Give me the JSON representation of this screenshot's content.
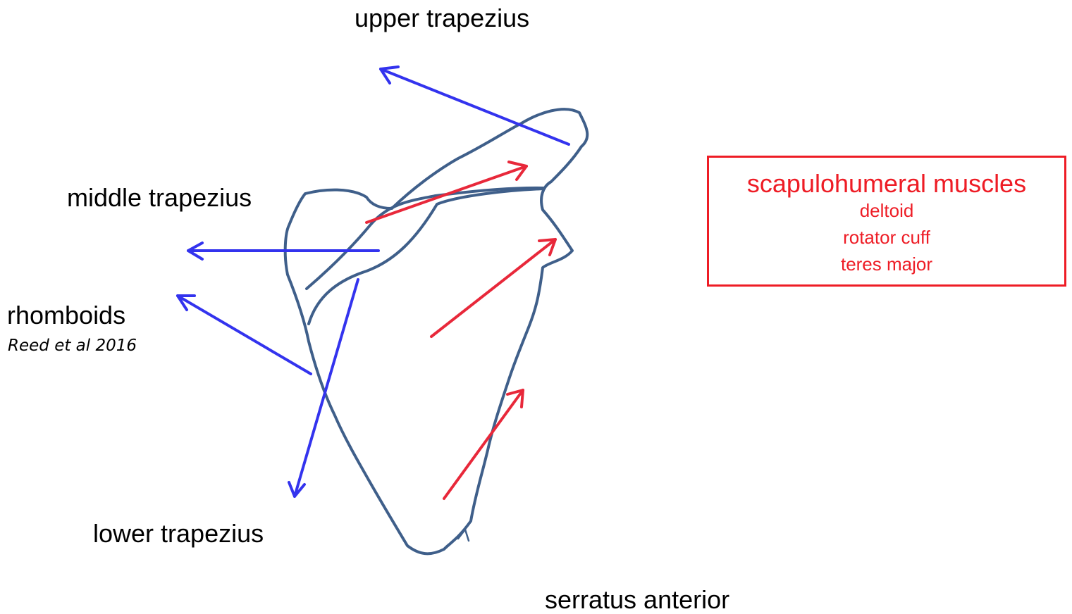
{
  "labels": {
    "upper_trapezius": "upper trapezius",
    "middle_trapezius": "middle trapezius",
    "rhomboids": "rhomboids",
    "citation": "Reed et al 2016",
    "lower_trapezius": "lower trapezius",
    "serratus_anterior": "serratus anterior"
  },
  "scapulohumeral_box": {
    "title": "scapulohumeral muscles",
    "items": [
      "deltoid",
      "rotator cuff",
      "teres major"
    ]
  },
  "colors": {
    "scapulothoracic_arrows": "#3333ee",
    "scapulohumeral_arrows": "#e8283a",
    "scapula_outline": "#3f5f8a",
    "box_text": "#ee1c25"
  }
}
